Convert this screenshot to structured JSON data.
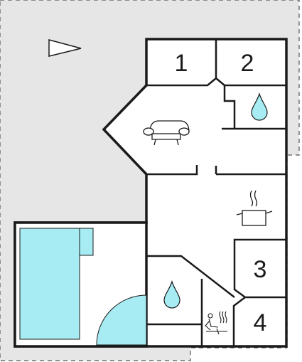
{
  "rooms": [
    {
      "id": "bedroom-1",
      "label": "1"
    },
    {
      "id": "bedroom-2",
      "label": "2"
    },
    {
      "id": "bedroom-3",
      "label": "3"
    },
    {
      "id": "bedroom-4",
      "label": "4"
    }
  ],
  "icons": {
    "north": "north-arrow-icon",
    "bathroom": "water-drop-icon",
    "living": "sofa-icon",
    "kitchen": "cooking-pot-icon",
    "sauna": "sauna-icon",
    "pool": "pool"
  },
  "colors": {
    "wall": "#1a1a1a",
    "water": "#a6ecf2",
    "outdoor": "#e6e6e6",
    "floor": "#ffffff",
    "boundary": "#555555"
  }
}
